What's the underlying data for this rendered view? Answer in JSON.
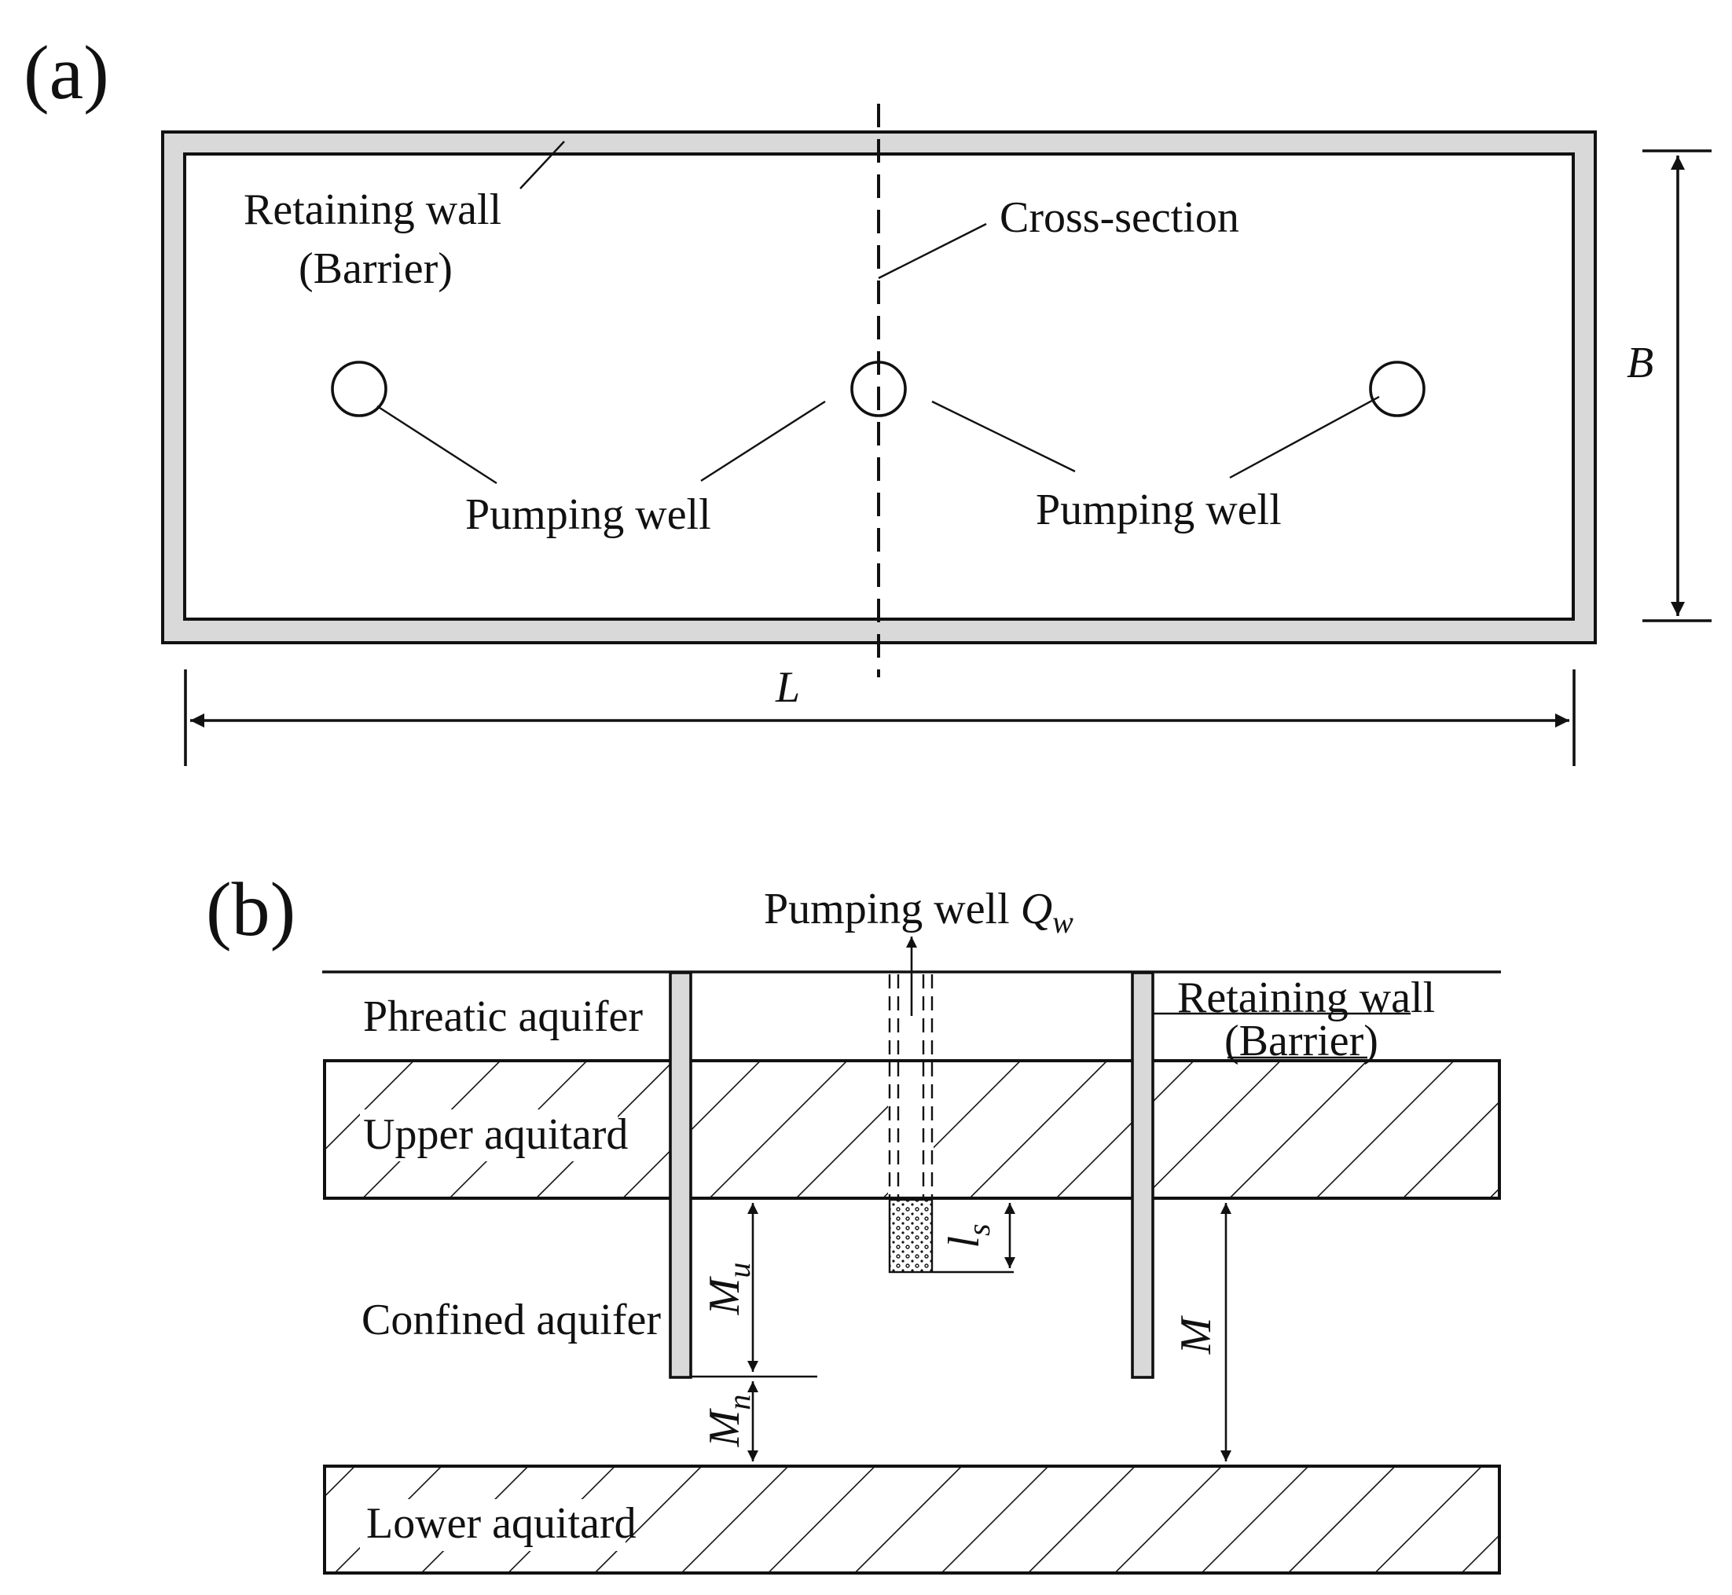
{
  "panels": {
    "a": "(a)",
    "b": "(b)"
  },
  "plan_view": {
    "retaining_wall_line1": "Retaining wall",
    "retaining_wall_line2": "(Barrier)",
    "cross_section": "Cross-section",
    "pumping_well_left": "Pumping well",
    "pumping_well_right": "Pumping well",
    "dim_length": "L",
    "dim_width": "B"
  },
  "section_view": {
    "pumping_well": "Pumping well ",
    "flow_symbol": "Q",
    "flow_subscript": "w",
    "retaining_wall_line1": "Retaining wall",
    "retaining_wall_line2": "(Barrier)",
    "phreatic_aquifer": "Phreatic aquifer",
    "upper_aquitard": "Upper aquitard",
    "confined_aquifer": "Confined aquifer",
    "lower_aquitard": "Lower aquitard",
    "dim_mu_symbol": "M",
    "dim_mu_sub": "u",
    "dim_mn_symbol": "M",
    "dim_mn_sub": "n",
    "dim_ls_symbol": "l",
    "dim_ls_sub": "s",
    "dim_m": "M"
  },
  "colors": {
    "line": "#111111",
    "wall_fill": "#d9d9d9",
    "background": "#ffffff"
  }
}
